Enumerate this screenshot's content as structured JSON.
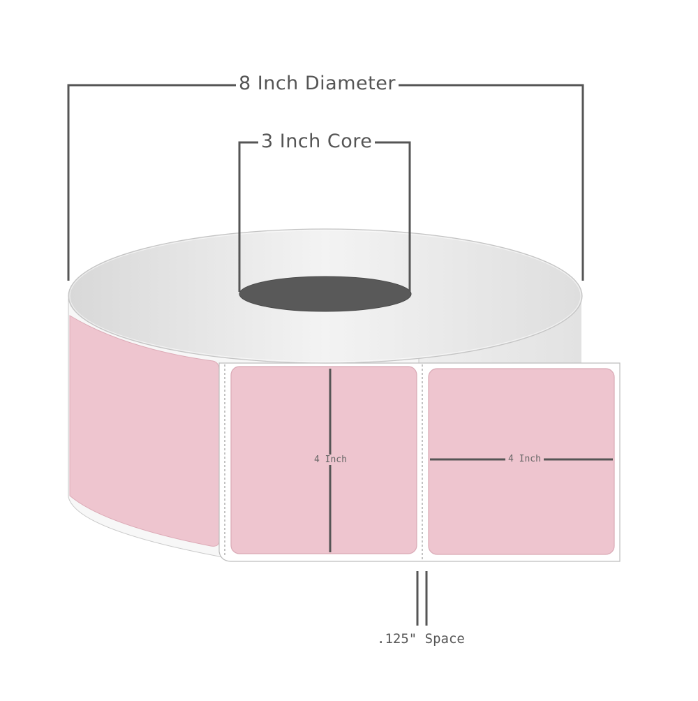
{
  "dimensions": {
    "diameter_label": "8 Inch Diameter",
    "core_label": "3 Inch Core",
    "label_height": "4 Inch",
    "label_width": "4 Inch",
    "gap_label": ".125\" Space"
  },
  "colors": {
    "label_fill": "#eec5cf",
    "label_edge": "#d9a9b5",
    "roll_face": "#ececec",
    "roll_side": "#f6f6f6",
    "core_hole": "#595959",
    "dimension_line": "#555555"
  }
}
